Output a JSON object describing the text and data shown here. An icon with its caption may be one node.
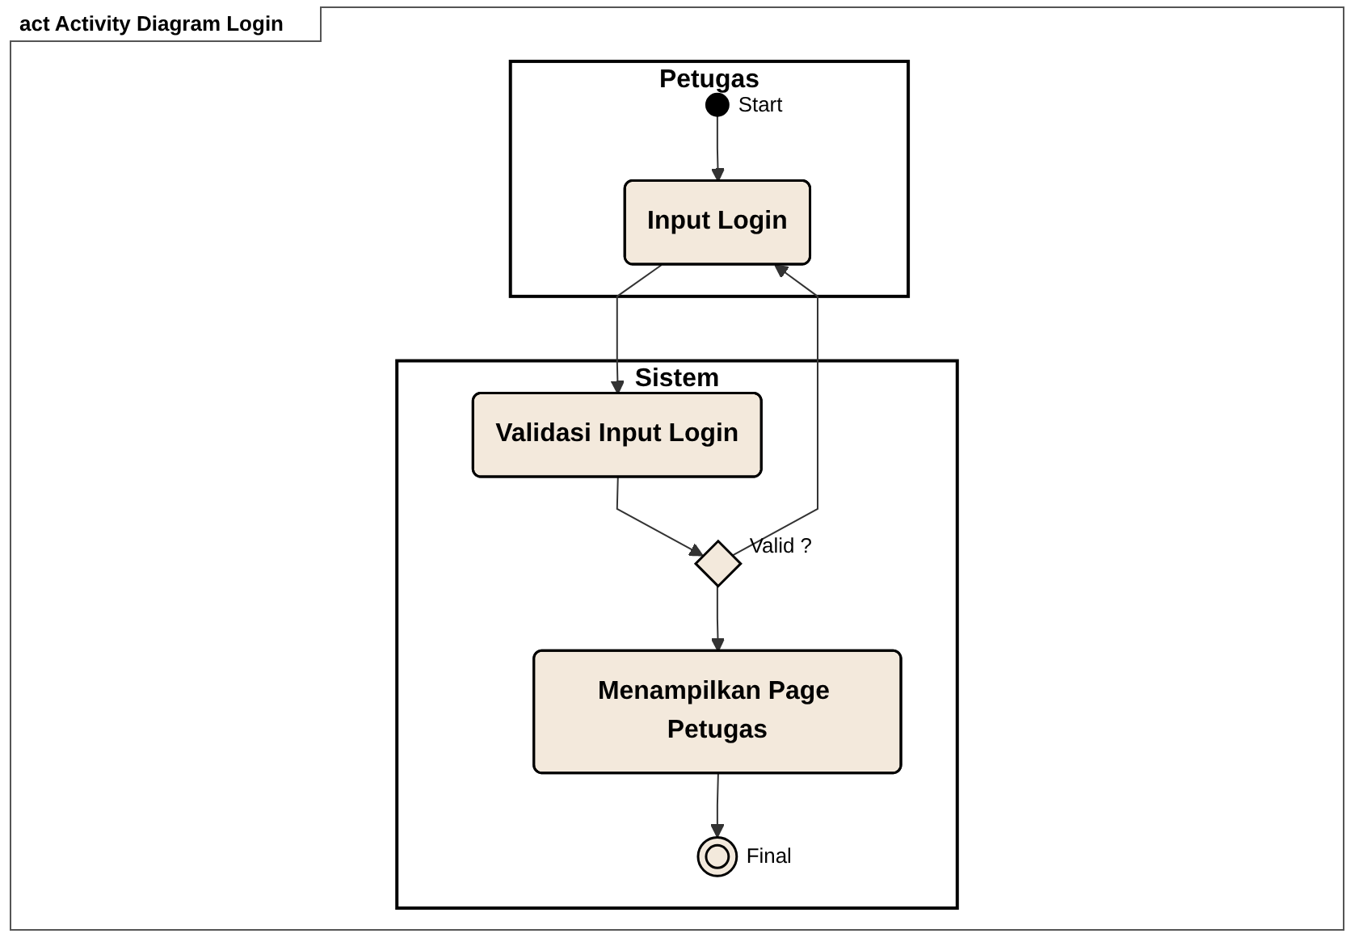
{
  "diagram": {
    "title": "act Activity Diagram Login",
    "nodes": [
      {
        "text": [
          "Petugas"
        ]
      },
      {
        "text": [
          "Sistem"
        ]
      },
      {
        "text": [],
        "shape": "circle",
        "in": 0,
        "beside": [
          "Start"
        ]
      },
      {
        "text": [
          "Input Login"
        ],
        "in": 0
      },
      {
        "text": [
          "Validasi Input Login"
        ],
        "in": 1
      },
      {
        "text": [],
        "shape": "diamond",
        "in": 1,
        "beside": [
          "Valid ?"
        ]
      },
      {
        "text": [
          "Menampilkan Page Petugas"
        ],
        "in": 1
      },
      {
        "text": [],
        "shape": "circle",
        "in": 1,
        "beside": [
          "Final"
        ]
      }
    ],
    "edges": [
      {
        "from": 2,
        "to": 3,
        "arrow": "to"
      },
      {
        "from": 3,
        "to": 4,
        "arrow": "to"
      },
      {
        "from": 4,
        "to": 5,
        "arrow": "to"
      },
      {
        "from": 5,
        "to": 3,
        "arrow": "to"
      },
      {
        "from": 5,
        "to": 6,
        "arrow": "to"
      },
      {
        "from": 6,
        "to": 7,
        "arrow": "to"
      }
    ]
  }
}
